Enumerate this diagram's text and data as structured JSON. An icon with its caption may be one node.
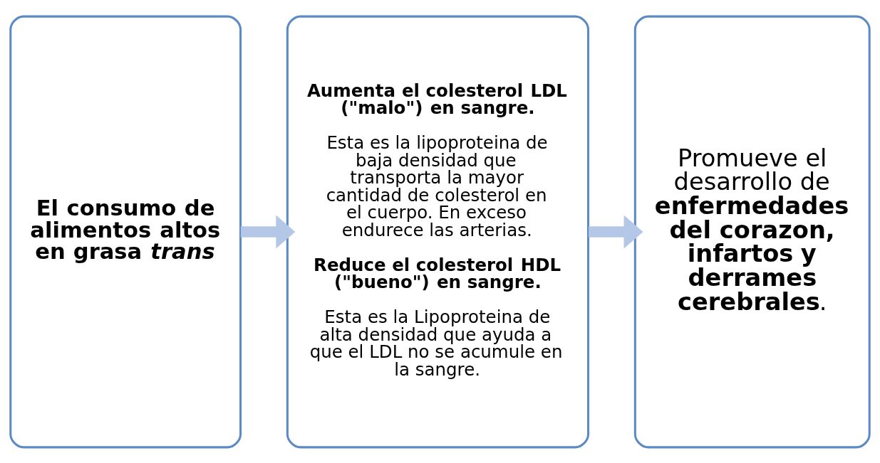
{
  "diagram": {
    "nodes": [
      {
        "text": [
          "El consumo de alimentos altos en grasa *trans*"
        ]
      },
      {
        "text": [
          "Aumenta el colesterol LDL (\"malo\") en sangre.",
          "Esta es la lipoproteina de baja densidad que transporta la mayor cantidad de colesterol en el cuerpo. En exceso endurece las arterias.",
          "Reduce el colesterol HDL (\"bueno\") en sangre.",
          "Esta es la Lipoproteina de alta densidad que ayuda a que el LDL no se acumule en la sangre."
        ]
      },
      {
        "text": [
          "Promueve el desarrollo de **enfermedades del corazon, infartos y derrames cerebrales**."
        ]
      }
    ],
    "edges": [
      {
        "from": 0,
        "to": 1,
        "arrow": "to"
      },
      {
        "from": 1,
        "to": 2,
        "arrow": "to"
      }
    ]
  }
}
